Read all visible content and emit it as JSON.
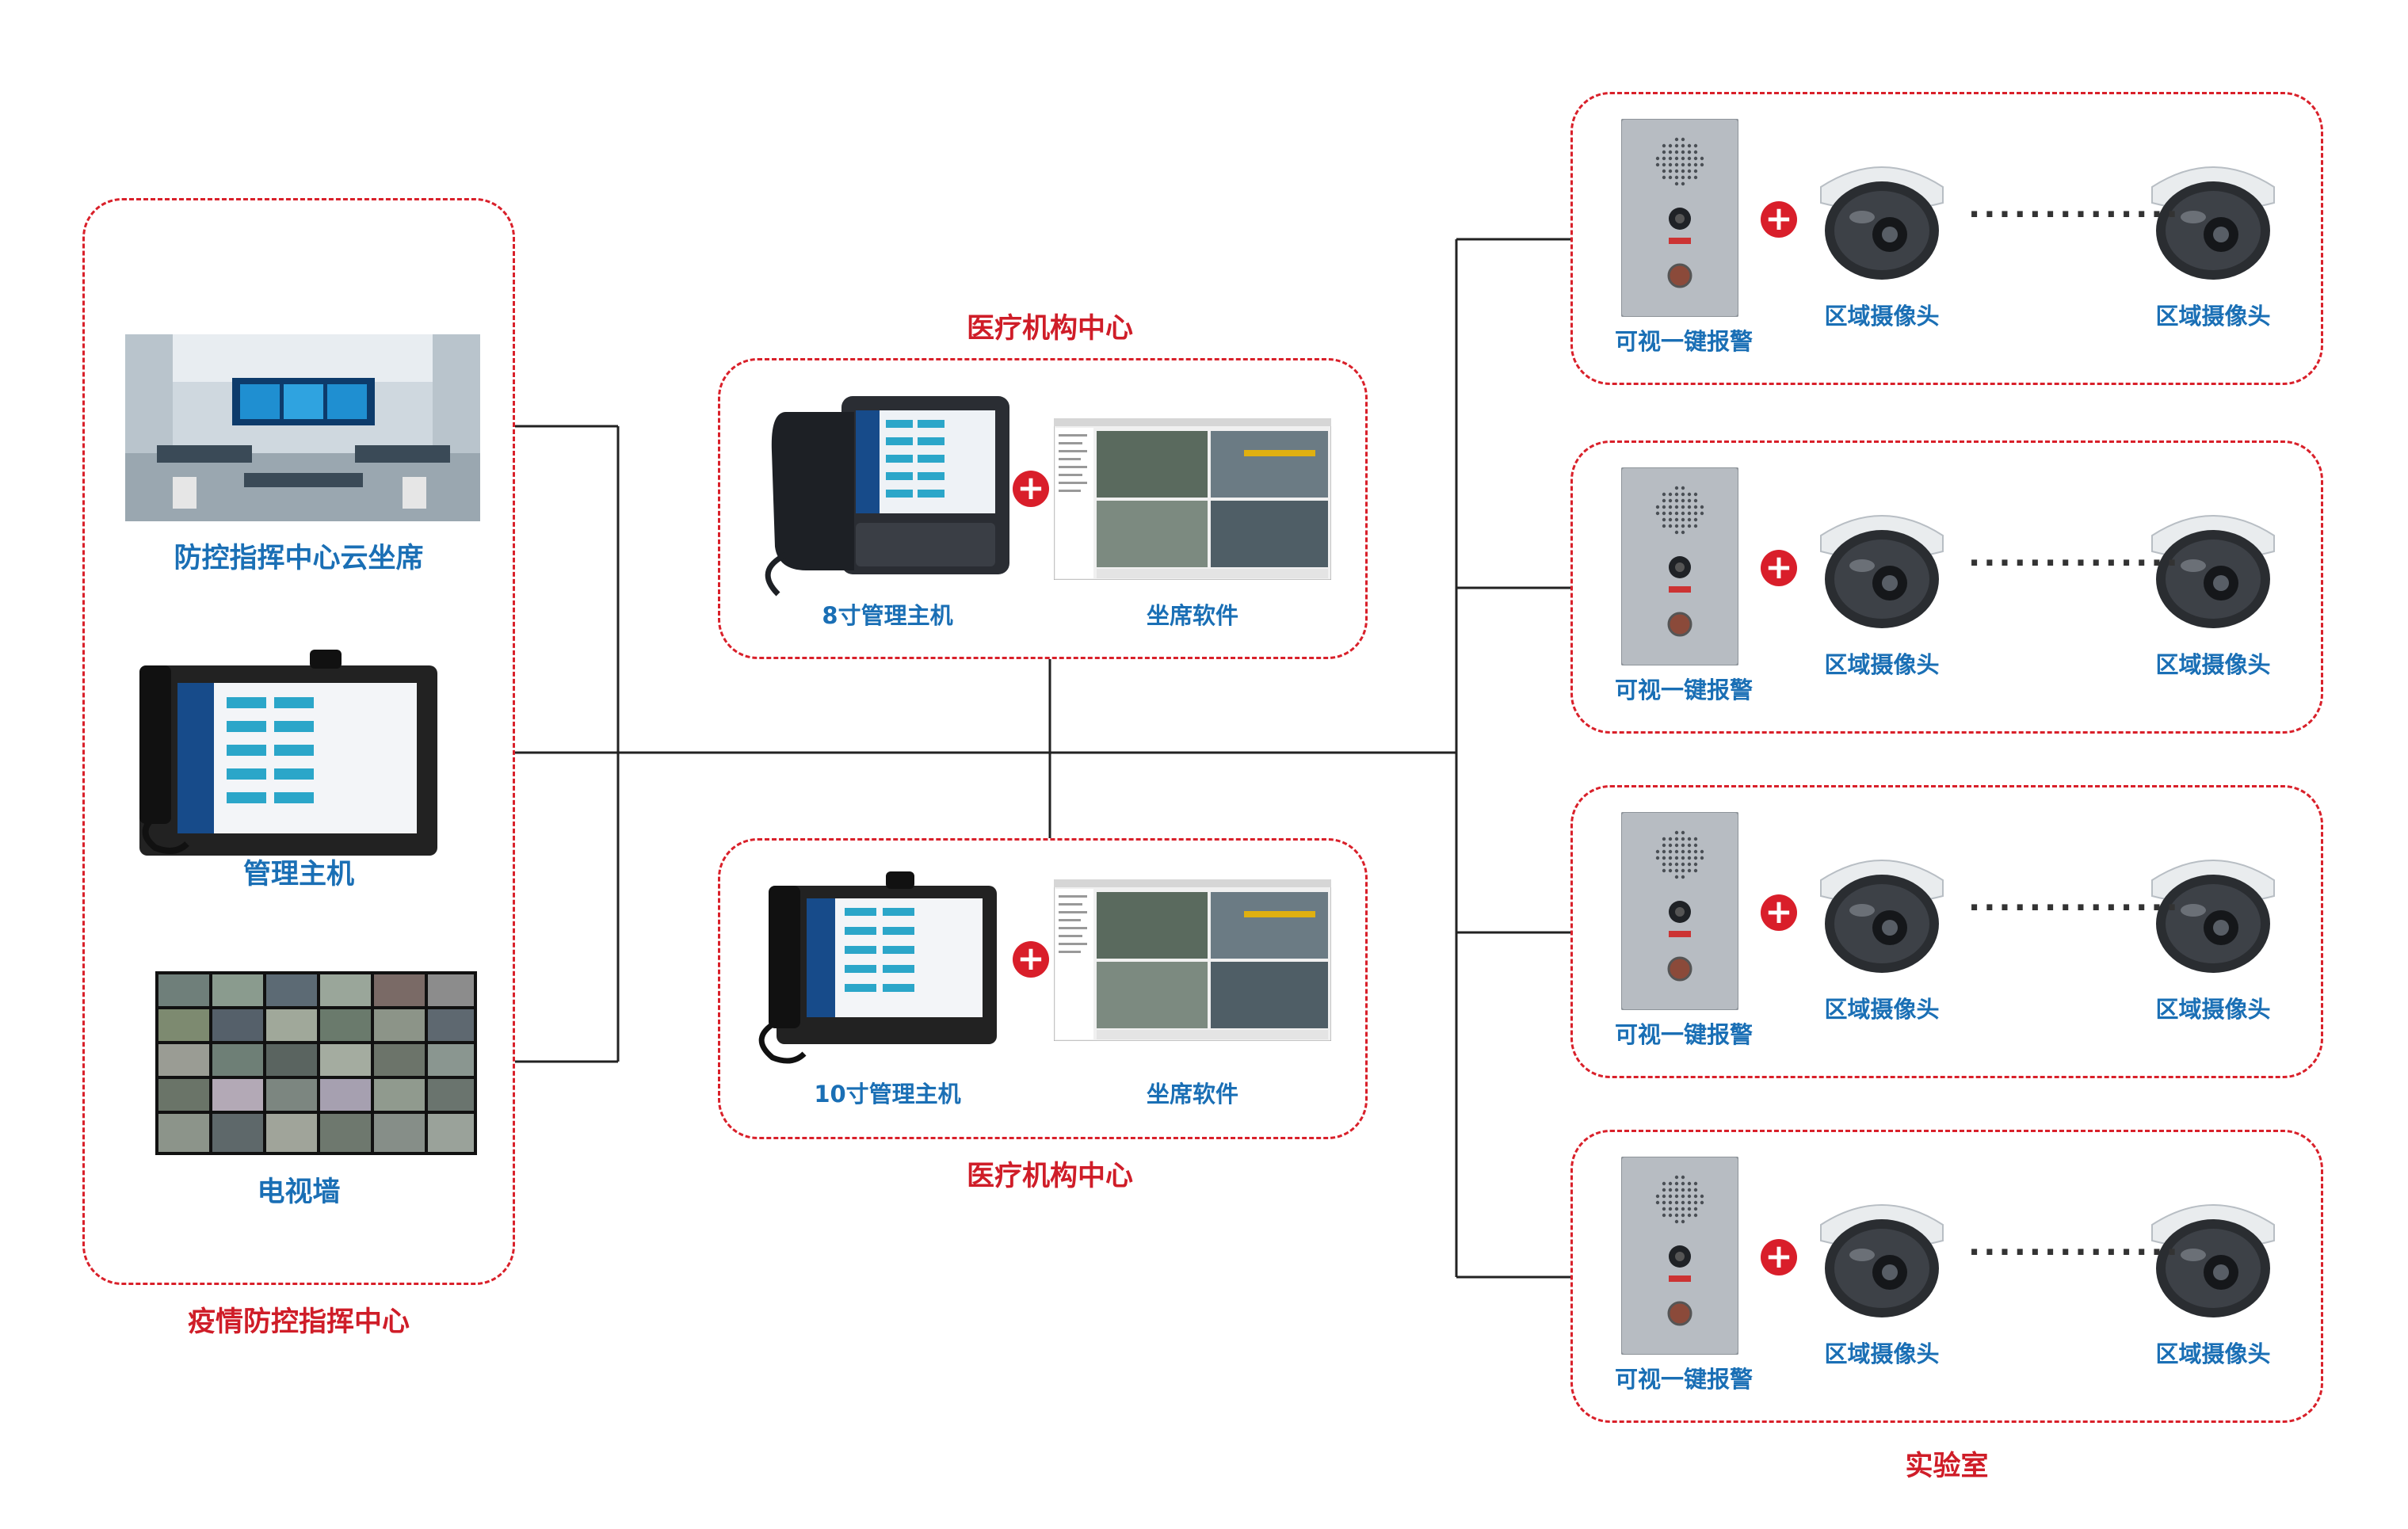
{
  "left_group": {
    "title": "疫情防控指挥中心",
    "items": [
      {
        "label": "防控指挥中心云坐席",
        "icon": "control-room-image"
      },
      {
        "label": "管理主机",
        "icon": "management-host-image"
      },
      {
        "label": "电视墙",
        "icon": "video-wall-image"
      }
    ]
  },
  "center_top": {
    "title": "医疗机构中心",
    "host_label": "8寸管理主机",
    "software_label": "坐席软件"
  },
  "center_bottom": {
    "title": "医疗机构中心",
    "host_label": "10寸管理主机",
    "software_label": "坐席软件"
  },
  "right_group": {
    "title": "实验室",
    "rows": [
      {
        "alarm": "可视一键报警",
        "cam1": "区域摄像头",
        "cam2": "区域摄像头"
      },
      {
        "alarm": "可视一键报警",
        "cam1": "区域摄像头",
        "cam2": "区域摄像头"
      },
      {
        "alarm": "可视一键报警",
        "cam1": "区域摄像头",
        "cam2": "区域摄像头"
      },
      {
        "alarm": "可视一键报警",
        "cam1": "区域摄像头",
        "cam2": "区域摄像头"
      }
    ]
  },
  "colors": {
    "accent_red": "#d9202a",
    "label_blue": "#1a6fb5",
    "title_red": "#cf1d28"
  }
}
